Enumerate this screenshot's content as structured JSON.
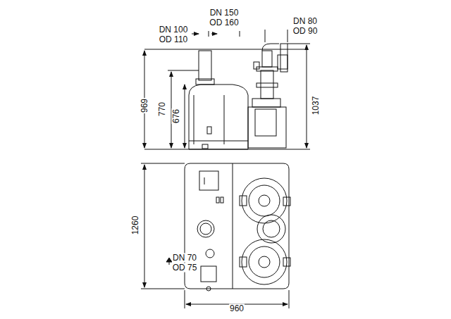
{
  "diagram": {
    "labels": [
      "DN 150",
      "OD 160",
      "DN 100",
      "OD 110",
      "DN 80",
      "OD 90",
      "969",
      "770",
      "676",
      "1037",
      "1260",
      "DN 70",
      "OD 75",
      "960"
    ]
  }
}
